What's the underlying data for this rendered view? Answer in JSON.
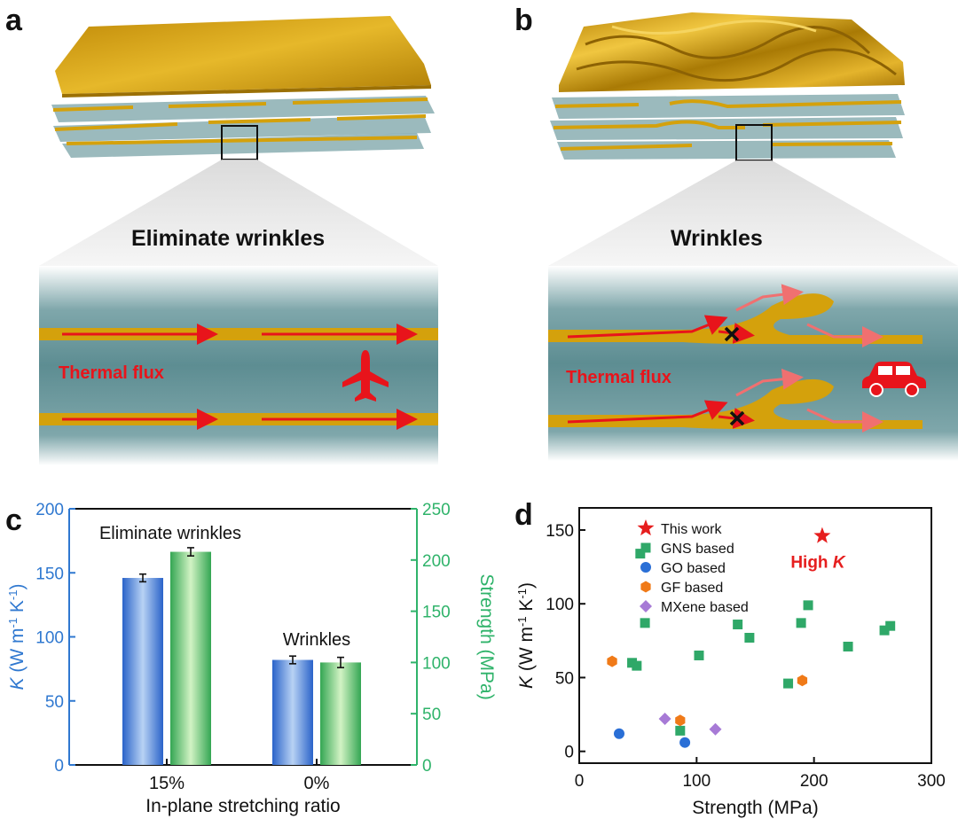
{
  "panel_a": {
    "letter": "a",
    "heading": "Eliminate wrinkles",
    "flux_label": "Thermal flux",
    "icon": "airplane-icon"
  },
  "panel_b": {
    "letter": "b",
    "heading": "Wrinkles",
    "flux_label": "Thermal flux",
    "icon": "car-icon"
  },
  "panel_c": {
    "letter": "c"
  },
  "panel_d": {
    "letter": "d"
  },
  "colors": {
    "gold": "#d4a10c",
    "teal": "#5f8f94",
    "arrow_red": "#e8141b",
    "k_blue": "#2f78d0",
    "strength_green": "#2fb36a",
    "gns": "#2fa868",
    "go": "#2a6fd6",
    "gf": "#f07a18",
    "mxene": "#a77ad6",
    "star": "#e61e1e"
  },
  "chart_data": [
    {
      "type": "bar",
      "categories": [
        "15%",
        "0%"
      ],
      "xlabel": "In-plane stretching ratio",
      "ylabel_left": {
        "symbol": "K",
        "units": "(W m",
        "exp1": "-1",
        "mid": " K",
        "exp2": "-1",
        "close": ")"
      },
      "ylabel_right": "Strength (MPa)",
      "ylim_left": [
        0,
        200
      ],
      "ylim_right": [
        0,
        250
      ],
      "yticks_left": [
        "0",
        "50",
        "100",
        "150",
        "200"
      ],
      "yticks_right": [
        "0",
        "50",
        "100",
        "150",
        "200",
        "250"
      ],
      "series": [
        {
          "axis": "left",
          "values": [
            146,
            82
          ],
          "errors": [
            3,
            3
          ]
        },
        {
          "axis": "right",
          "values": [
            208,
            100
          ],
          "errors": [
            4,
            5
          ]
        }
      ],
      "annotations": [
        "Eliminate wrinkles",
        "Wrinkles"
      ]
    },
    {
      "type": "scatter",
      "xlabel": "Strength (MPa)",
      "ylabel": {
        "symbol": "K",
        "units": "(W m",
        "exp1": "-1",
        "mid": " K",
        "exp2": "-1",
        "close": ")"
      },
      "xlim": [
        0,
        300
      ],
      "ylim": [
        -8,
        165
      ],
      "xticks": [
        "0",
        "100",
        "200",
        "300"
      ],
      "yticks": [
        "0",
        "50",
        "100",
        "150"
      ],
      "legend_position": "top-left",
      "annotation": {
        "text": "High ",
        "symbol": "K"
      },
      "series": [
        {
          "name": "This work",
          "marker": "star",
          "points": [
            [
              207,
              146
            ]
          ]
        },
        {
          "name": "GNS based",
          "marker": "square",
          "points": [
            [
              52,
              134
            ],
            [
              56,
              87
            ],
            [
              45,
              60
            ],
            [
              49,
              58
            ],
            [
              102,
              65
            ],
            [
              135,
              86
            ],
            [
              145,
              77
            ],
            [
              178,
              46
            ],
            [
              189,
              87
            ],
            [
              195,
              99
            ],
            [
              229,
              71
            ],
            [
              260,
              82
            ],
            [
              265,
              85
            ],
            [
              86,
              14
            ]
          ]
        },
        {
          "name": "GO based",
          "marker": "circle",
          "points": [
            [
              34,
              12
            ],
            [
              90,
              6
            ]
          ]
        },
        {
          "name": "GF based",
          "marker": "hexagon",
          "points": [
            [
              28,
              61
            ],
            [
              86,
              21
            ],
            [
              190,
              48
            ]
          ]
        },
        {
          "name": "MXene based",
          "marker": "diamond",
          "points": [
            [
              73,
              22
            ],
            [
              116,
              15
            ]
          ]
        }
      ]
    }
  ]
}
